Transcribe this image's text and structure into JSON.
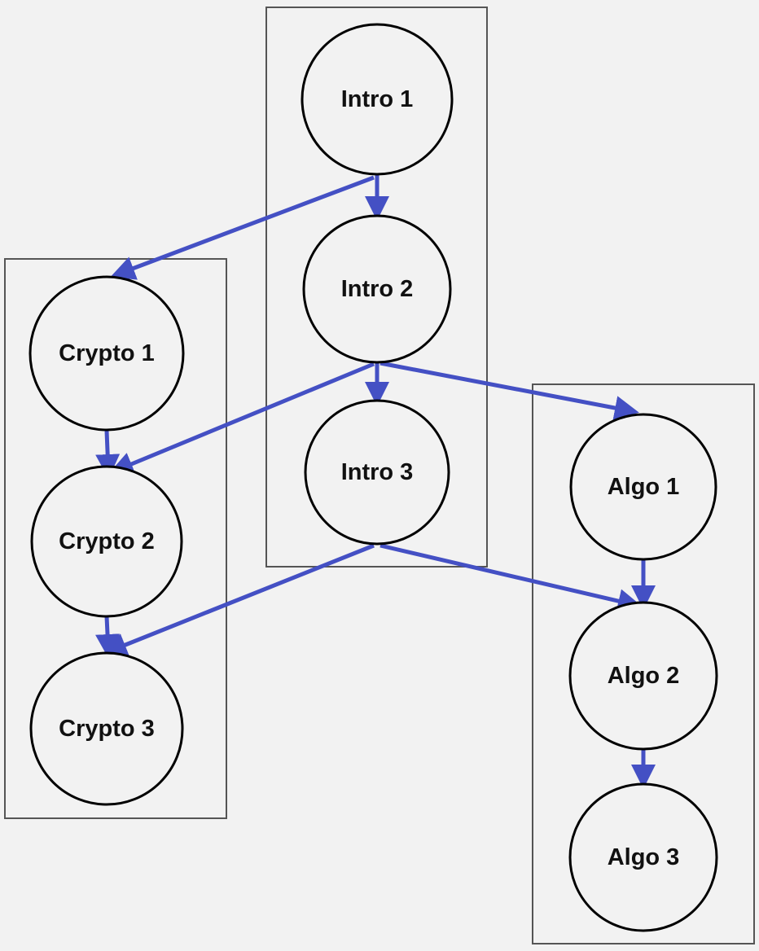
{
  "colors": {
    "background": "#f2f2f2",
    "edge": "#4450c4",
    "node_fill": "#f2f2f2",
    "node_stroke": "#000000",
    "group_stroke": "#555555"
  },
  "groups": [
    {
      "id": "intro"
    },
    {
      "id": "crypto"
    },
    {
      "id": "algo"
    }
  ],
  "nodes": [
    {
      "id": "intro1",
      "label": "Intro 1"
    },
    {
      "id": "intro2",
      "label": "Intro 2"
    },
    {
      "id": "intro3",
      "label": "Intro 3"
    },
    {
      "id": "crypto1",
      "label": "Crypto 1"
    },
    {
      "id": "crypto2",
      "label": "Crypto 2"
    },
    {
      "id": "crypto3",
      "label": "Crypto 3"
    },
    {
      "id": "algo1",
      "label": "Algo 1"
    },
    {
      "id": "algo2",
      "label": "Algo 2"
    },
    {
      "id": "algo3",
      "label": "Algo 3"
    }
  ],
  "edges": [
    {
      "from": "intro1",
      "to": "intro2"
    },
    {
      "from": "intro1",
      "to": "crypto1"
    },
    {
      "from": "intro2",
      "to": "intro3"
    },
    {
      "from": "intro2",
      "to": "crypto2"
    },
    {
      "from": "intro2",
      "to": "algo1"
    },
    {
      "from": "intro3",
      "to": "crypto3"
    },
    {
      "from": "intro3",
      "to": "algo2"
    },
    {
      "from": "crypto1",
      "to": "crypto2"
    },
    {
      "from": "crypto2",
      "to": "crypto3"
    },
    {
      "from": "algo1",
      "to": "algo2"
    },
    {
      "from": "algo2",
      "to": "algo3"
    }
  ]
}
